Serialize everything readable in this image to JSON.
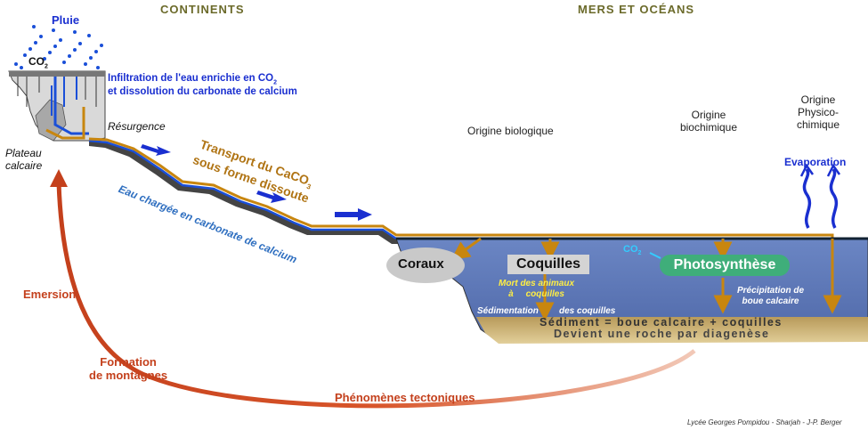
{
  "headers": {
    "continents": "CONTINENTS",
    "seas": "MERS ET OCÉANS"
  },
  "land": {
    "rain": "Pluie",
    "co2_left": "CO",
    "co2_left_sub": "2",
    "infiltration_line1_a": "Infiltration de l'eau enrichie en CO",
    "infiltration_line1_sub": "2",
    "infiltration_line2": "et dissolution du carbonate de calcium",
    "resurgence": "Résurgence",
    "plateau_line1": "Plateau",
    "plateau_line2": "calcaire",
    "transport_line1": "Transport du CaCO",
    "transport_sub": "3",
    "transport_line2": "sous forme dissoute",
    "water_label": "Eau chargée en carbonate de calcium"
  },
  "sea": {
    "origin_bio": "Origine biologique",
    "origin_biochem_1": "Origine",
    "origin_biochem_2": "biochimique",
    "origin_physico_1": "Origine",
    "origin_physico_2": "Physico-",
    "origin_physico_3": "chimique",
    "evaporation": "Evaporation",
    "coraux": "Coraux",
    "coquilles": "Coquilles",
    "co2_sea": "CO",
    "co2_sea_sub": "2",
    "photosynthese": "Photosynthèse",
    "mort_line1": "Mort des animaux",
    "mort_line2_a": "à",
    "mort_line2_b": "coquilles",
    "sedimentation": "Sédimentation",
    "des_coquilles": "des coquilles",
    "precip_line1": "Précipitation de",
    "precip_line2": "boue calcaire",
    "sediment": "Sédiment = boue calcaire + coquilles",
    "diagenese": "Devient une roche par diagenèse"
  },
  "cycle": {
    "emersion": "Emersion",
    "formation_1": "Formation",
    "formation_2": "de montagnes",
    "tectonique": "Phénomènes tectoniques"
  },
  "credit": "Lycée Georges Pompidou - Sharjah - J-P. Berger",
  "colors": {
    "header": "#6b6a2a",
    "water_blue": "#1a2fd0",
    "tectonic_red": "#c4401c",
    "transport_brown": "#b07414",
    "sea_fill": "#5f79b6",
    "sediment": "#c7aa62",
    "photosynthese_green": "#3fae7a"
  }
}
